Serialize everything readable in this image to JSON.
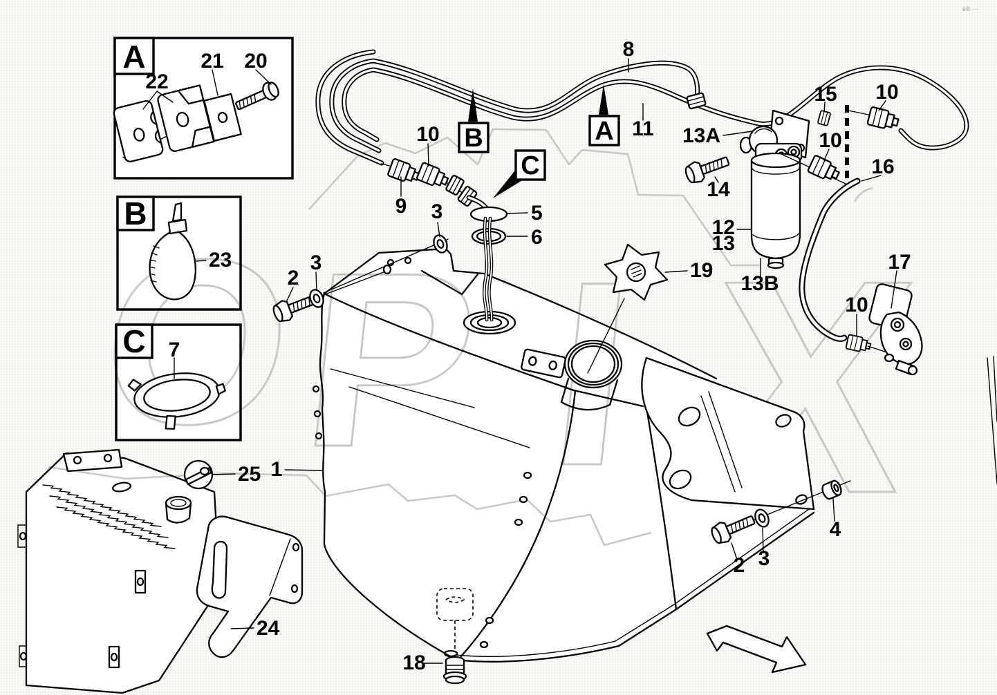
{
  "figure": {
    "kind": "exploded-parts-diagram",
    "subject": "Fuel tank, fuel lines and fuel filter assembly",
    "background_color": "#f8f8f4",
    "line_color": "#000000",
    "watermark": {
      "text": "OPIX",
      "color": "#c9c9c4"
    },
    "corner_mark": "e® ···"
  },
  "detail_panels": [
    {
      "letter": "A",
      "callouts_inside": [
        "22",
        "21",
        "20"
      ]
    },
    {
      "letter": "B",
      "callouts_inside": [
        "23"
      ]
    },
    {
      "letter": "C",
      "callouts_inside": [
        "7"
      ]
    }
  ],
  "view_markers": [
    {
      "letter": "B"
    },
    {
      "letter": "A"
    },
    {
      "letter": "C"
    }
  ],
  "callouts": [
    {
      "label": "1"
    },
    {
      "label": "2"
    },
    {
      "label": "3"
    },
    {
      "label": "3"
    },
    {
      "label": "5"
    },
    {
      "label": "6"
    },
    {
      "label": "7"
    },
    {
      "label": "8"
    },
    {
      "label": "9"
    },
    {
      "label": "10"
    },
    {
      "label": "11"
    },
    {
      "label": "12"
    },
    {
      "label": "13"
    },
    {
      "label": "13A"
    },
    {
      "label": "13B"
    },
    {
      "label": "14"
    },
    {
      "label": "15"
    },
    {
      "label": "10"
    },
    {
      "label": "10"
    },
    {
      "label": "16"
    },
    {
      "label": "17"
    },
    {
      "label": "10"
    },
    {
      "label": "18"
    },
    {
      "label": "19"
    },
    {
      "label": "2"
    },
    {
      "label": "3"
    },
    {
      "label": "4"
    },
    {
      "label": "20"
    },
    {
      "label": "21"
    },
    {
      "label": "22"
    },
    {
      "label": "23"
    },
    {
      "label": "24"
    },
    {
      "label": "25"
    }
  ]
}
